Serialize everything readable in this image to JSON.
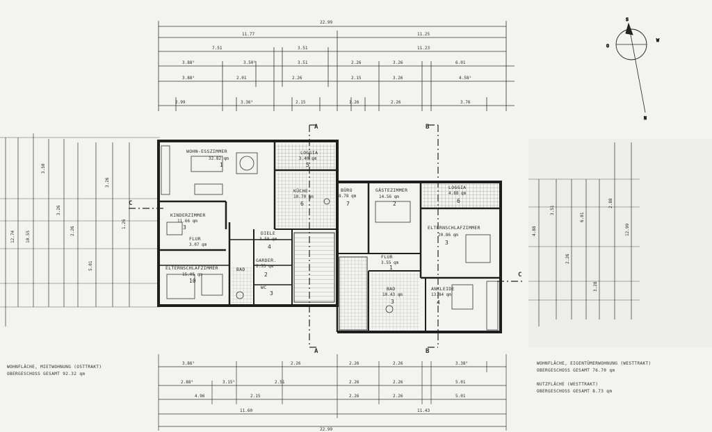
{
  "dimensions": {
    "top_overall": "22.99",
    "top_row1": [
      "11.77",
      "11.25"
    ],
    "top_row2": [
      "7.51",
      "3.51",
      "11.23"
    ],
    "top_row3": [
      "3.88⁵",
      "3.50⁵",
      "3.51",
      "2.26",
      "3.26",
      "6.01"
    ],
    "top_row4": [
      "3.88⁵",
      "2.01",
      "2.26",
      "2.15",
      "3.26",
      "4.58⁵"
    ],
    "top_row5": [
      "2.99",
      "3.36⁵",
      "2.15",
      "1.26",
      "2.26",
      "3.76"
    ],
    "bottom_overall": "22.99",
    "bottom_row1": [
      "3.86⁵",
      "2.26",
      "2.26",
      "2.26",
      "3.38⁵"
    ],
    "bottom_row2": [
      "2.88⁵",
      "3.15⁵",
      "2.51",
      "2.26",
      "2.26",
      "5.01"
    ],
    "bottom_row3": [
      "4.96",
      "2.15",
      "2.26",
      "2.26",
      "5.01"
    ],
    "bottom_row4": [
      "11.60",
      "11.43"
    ],
    "left_total": "12.74",
    "left_sub": "10.55",
    "left_values": [
      "3.50",
      "3.26",
      "2.26",
      "5.01",
      "3.26",
      "1.26"
    ],
    "right_total": "12.99",
    "right_values": [
      "4.88",
      "3.51",
      "2.26",
      "6.01",
      "3.28",
      "2.88"
    ]
  },
  "section_labels": [
    "A",
    "A",
    "B",
    "B",
    "C",
    "C"
  ],
  "compass": {
    "north": "S",
    "west": "W",
    "east": "O",
    "south": "N"
  },
  "rooms": [
    {
      "name": "WOHN-ESSZIMMER",
      "area": "32.82 qm",
      "no": "1"
    },
    {
      "name": "LOGGIA",
      "area": "3.40 qm",
      "no": "5"
    },
    {
      "name": "KÜCHE",
      "area": "10.70 qm",
      "no": "6"
    },
    {
      "name": "KINDERZIMMER",
      "area": "11.66 qm",
      "no": "3"
    },
    {
      "name": "FLUR",
      "area": "3.07 qm",
      "no": ""
    },
    {
      "name": "DIELE",
      "area": "3.58 qm",
      "no": "4"
    },
    {
      "name": "ELTERNSCHLAFZIMMER",
      "area": "15.05 qm",
      "no": "10"
    },
    {
      "name": "GARDER.",
      "area": "2.53 qm",
      "no": "2"
    },
    {
      "name": "BAD",
      "area": "",
      "no": ""
    },
    {
      "name": "WC",
      "area": "",
      "no": "3"
    },
    {
      "name": "BÜRO",
      "area": "8.78 qm",
      "no": "7"
    },
    {
      "name": "GÄSTEZIMMER",
      "area": "14.56 qm",
      "no": "2"
    },
    {
      "name": "LOGGIA",
      "area": "4.88 qm",
      "no": "6"
    },
    {
      "name": "ELTERNSCHLAFZIMMER",
      "area": "20.86 qm",
      "no": "3"
    },
    {
      "name": "FLUR",
      "area": "3.55 qm",
      "no": "1"
    },
    {
      "name": "BAD",
      "area": "10.43 qm",
      "no": "3"
    },
    {
      "name": "ANKLEIDE",
      "area": "13.84 qm",
      "no": "4"
    }
  ],
  "notes": {
    "left_line1": "WOHNFLÄCHE, MIETWOHNUNG (OSTTRAKT)",
    "left_line2": "OBERGESCHOSS GESAMT  92.32 qm",
    "right_line1": "WOHNFLÄCHE, EIGENTÜMERWOHNUNG (WESTTRAKT)",
    "right_line2": "OBERGESCHOSS GESAMT  76.70 qm",
    "right_line3": "NUTZFLÄCHE (WESTTRAKT)",
    "right_line4": "OBERGESCHOSS GESAMT  8.73 qm"
  }
}
